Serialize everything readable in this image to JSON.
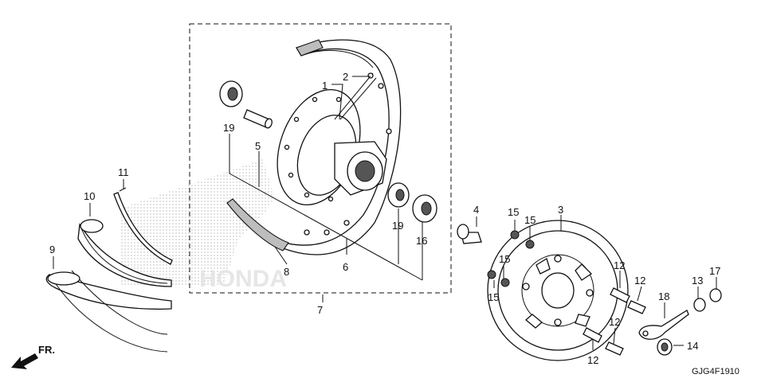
{
  "diagram": {
    "callouts": {
      "c1": "1",
      "c2": "2",
      "c3": "3",
      "c4": "4",
      "c5": "5",
      "c6": "6",
      "c7": "7",
      "c8": "8",
      "c9": "9",
      "c10": "10",
      "c11": "11",
      "c12a": "12",
      "c12b": "12",
      "c12c": "12",
      "c12d": "12",
      "c13": "13",
      "c14": "14",
      "c15a": "15",
      "c15b": "15",
      "c15c": "15",
      "c15d": "15",
      "c16": "16",
      "c17": "17",
      "c18": "18",
      "c19a": "19",
      "c19b": "19"
    },
    "direction_label": "FR.",
    "diagram_code": "GJG4F1910",
    "watermark": "HONDA"
  }
}
